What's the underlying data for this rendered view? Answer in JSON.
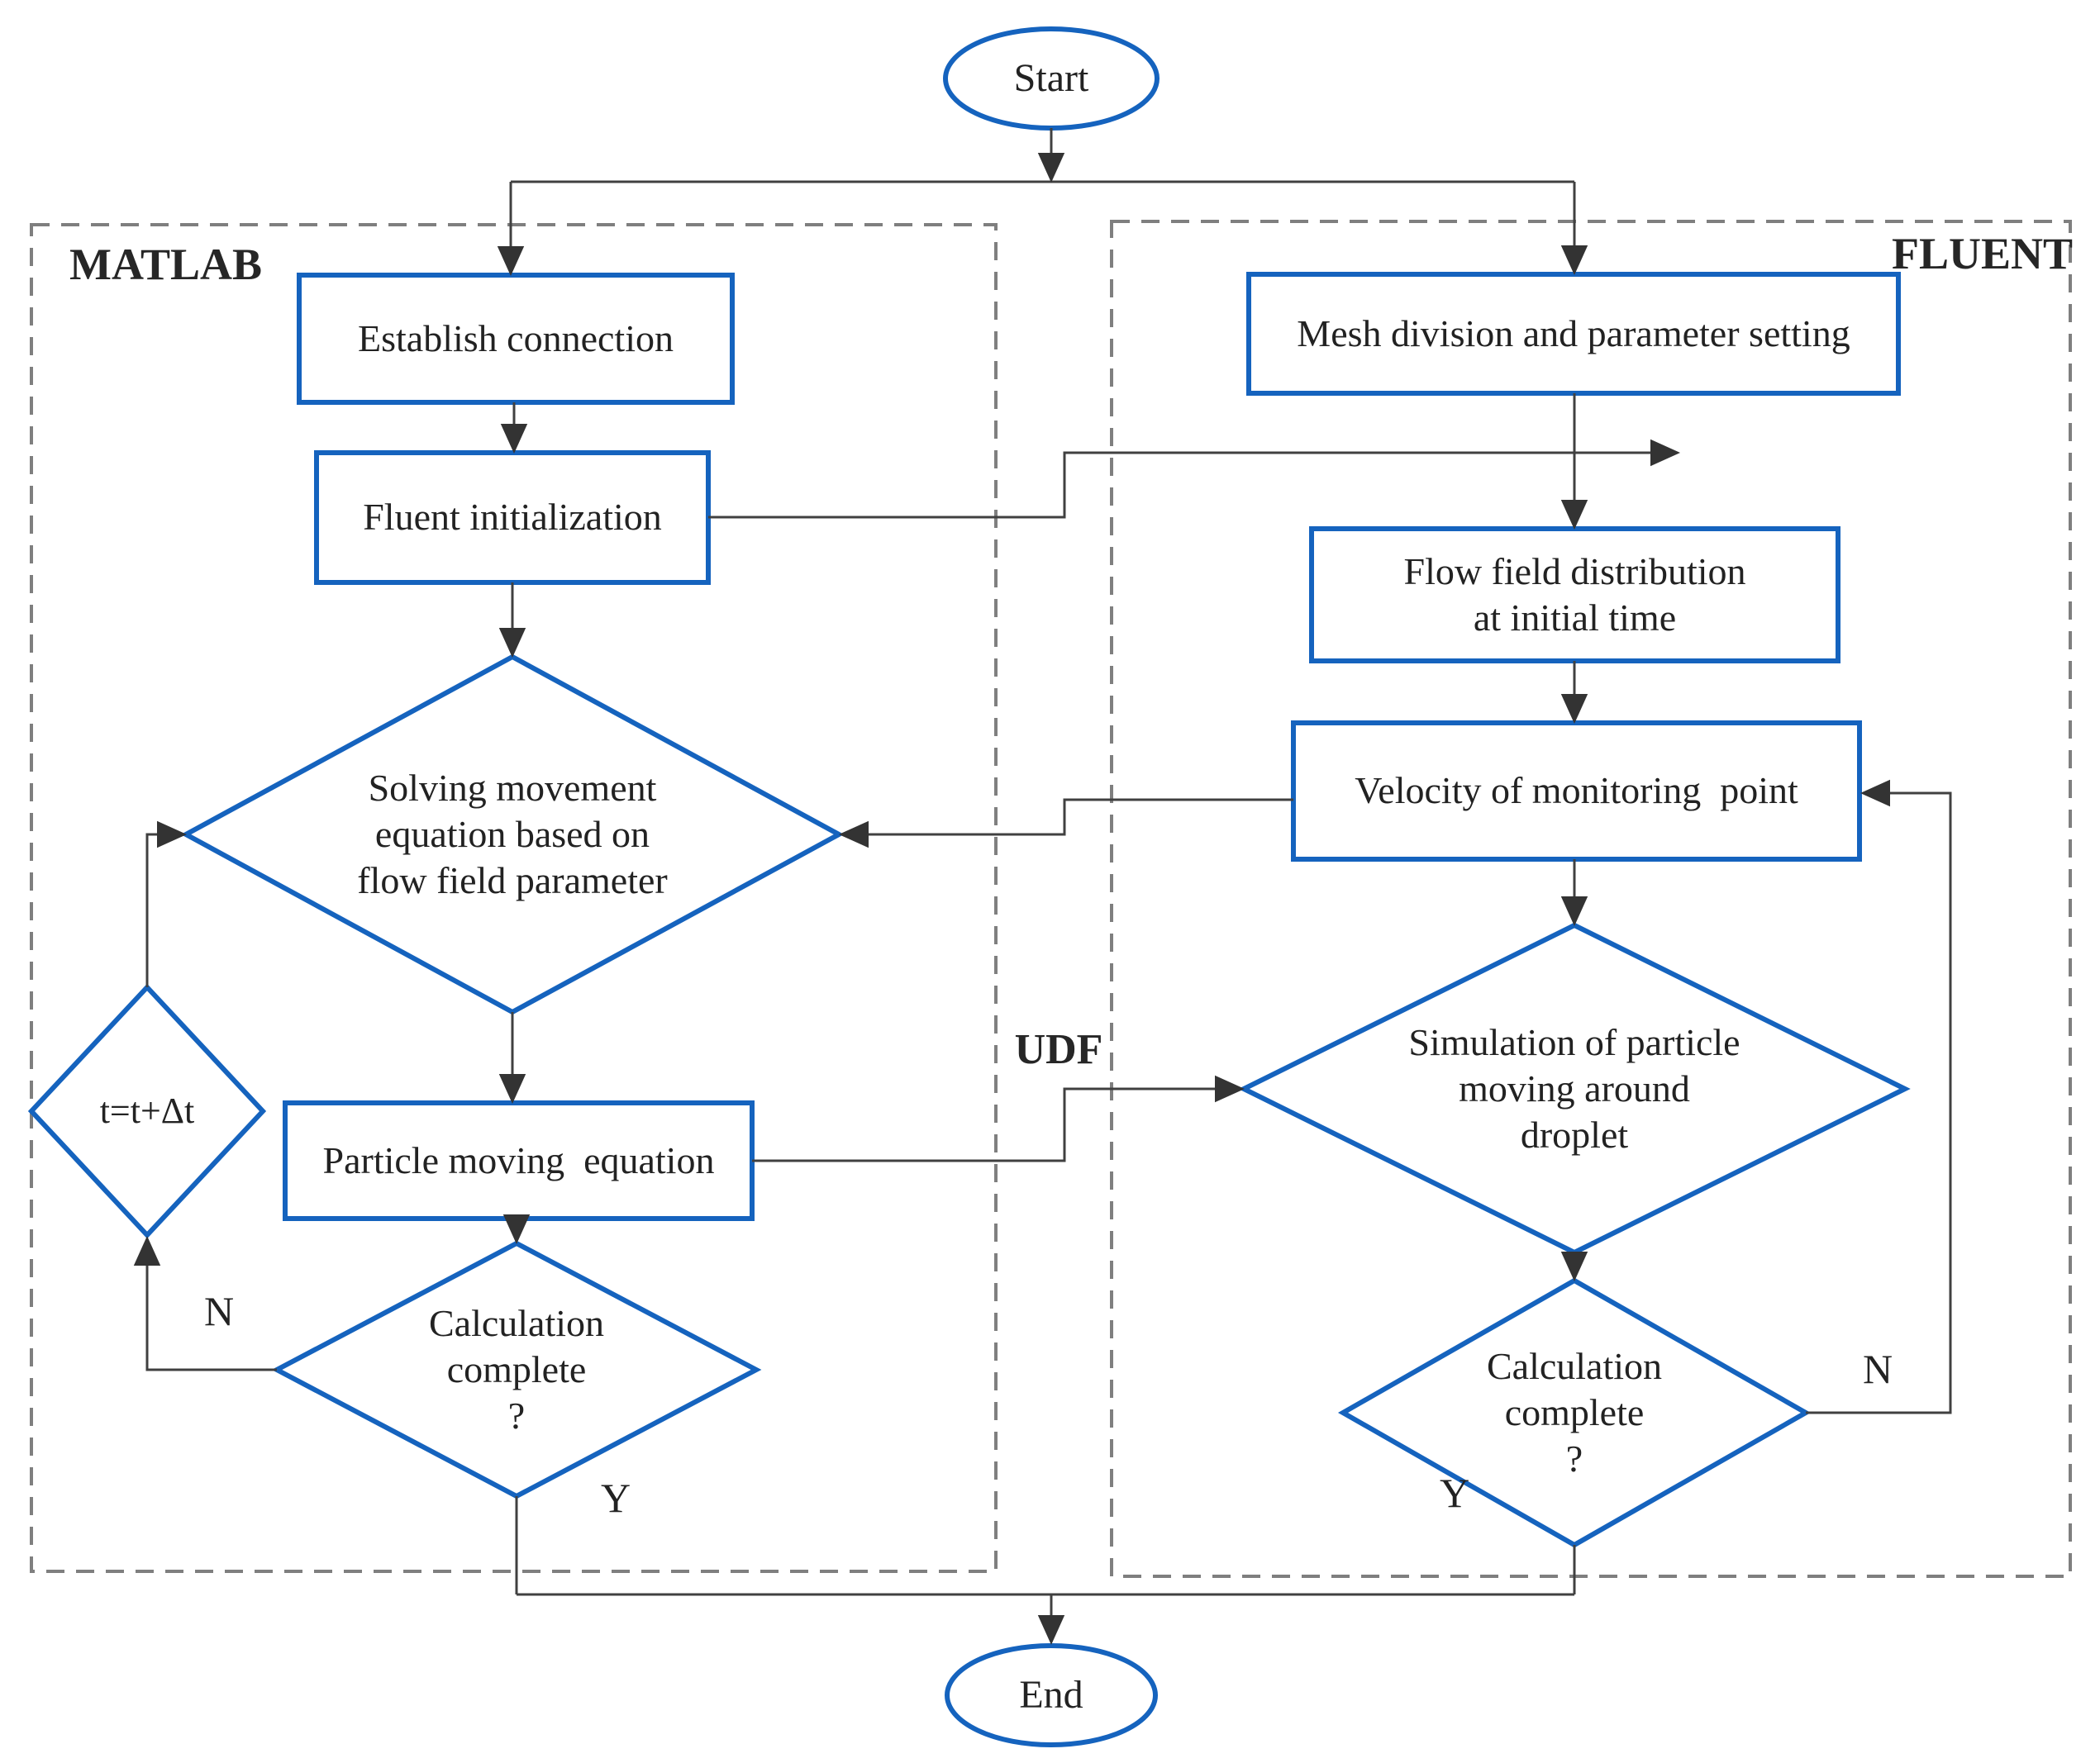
{
  "colors": {
    "node_border": "#1563be",
    "connector": "#404040",
    "region_border": "#7f7f7f",
    "text": "#222222"
  },
  "terminals": {
    "start": "Start",
    "end": "End"
  },
  "regions": {
    "matlab": "MATLAB",
    "fluent": "FLUENT",
    "udf": "UDF"
  },
  "matlab_column": {
    "establish_connection": "Establish connection",
    "fluent_initialization": "Fluent initialization",
    "solving_equation": "Solving movement\nequation based on\nflow field parameter",
    "particle_moving": "Particle moving  equation",
    "time_increment": "t=t+Δt",
    "calculation_complete": "Calculation\ncomplete\n?",
    "no_label": "N",
    "yes_label": "Y"
  },
  "fluent_column": {
    "mesh_division": "Mesh division and parameter setting",
    "flow_field": "Flow field distribution\nat initial time",
    "velocity_monitoring": "Velocity of monitoring  point",
    "particle_simulation": "Simulation of particle\nmoving around\ndroplet",
    "calculation_complete": "Calculation\ncomplete\n?",
    "no_label": "N",
    "yes_label": "Y"
  }
}
